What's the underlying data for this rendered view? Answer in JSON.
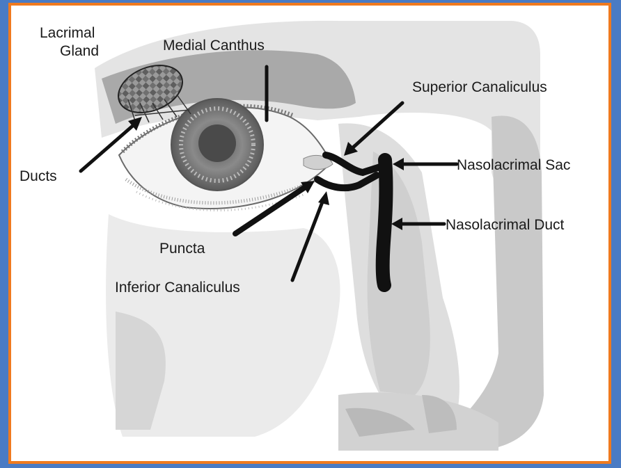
{
  "diagram": {
    "labels": {
      "lacrimal_gland_line1": "Lacrimal",
      "lacrimal_gland_line2": "Gland",
      "medial_canthus": "Medial Canthus",
      "superior_canaliculus": "Superior Canaliculus",
      "ducts": "Ducts",
      "nasolacrimal_sac": "Nasolacrimal Sac",
      "nasolacrimal_duct": "Nasolacrimal Duct",
      "puncta": "Puncta",
      "inferior_canaliculus": "Inferior Canaliculus"
    },
    "colors": {
      "outer_background": "#4a7bc4",
      "frame_border": "#f07a1e",
      "panel": "#ffffff",
      "face_light": "#e3e3e3",
      "face_mid": "#cfcfcf",
      "face_dark": "#a9a9a9",
      "ink": "#111111"
    }
  }
}
